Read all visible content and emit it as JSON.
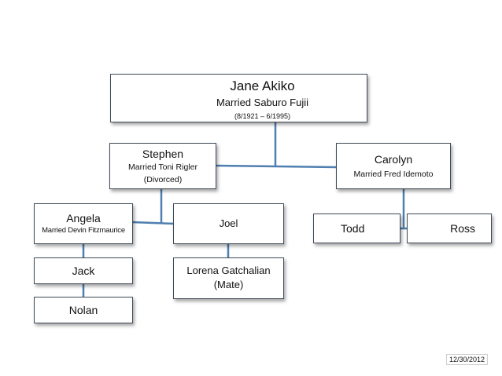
{
  "tree": {
    "root": {
      "name": "Jane Akiko",
      "spouse": "Married Saburo Fujii",
      "dates": "(8/1921 – 6/1995)"
    },
    "stephen": {
      "name": "Stephen",
      "spouse": "Married Toni Rigler",
      "note": "(Divorced)"
    },
    "carolyn": {
      "name": "Carolyn",
      "spouse": "Married Fred Idemoto"
    },
    "angela": {
      "name": "Angela",
      "spouse": "Married Devin Fitzmaurice"
    },
    "joel": {
      "name": "Joel"
    },
    "todd": {
      "name": "Todd"
    },
    "ross": {
      "name": "Ross"
    },
    "jack": {
      "name": "Jack"
    },
    "lorena": {
      "name": "Lorena Gatchalian",
      "note": "(Mate)"
    },
    "nolan": {
      "name": "Nolan"
    }
  },
  "footer": {
    "date": "12/30/2012"
  },
  "colors": {
    "connector": "#4f7fb0",
    "box_border": "#3f4a57"
  }
}
